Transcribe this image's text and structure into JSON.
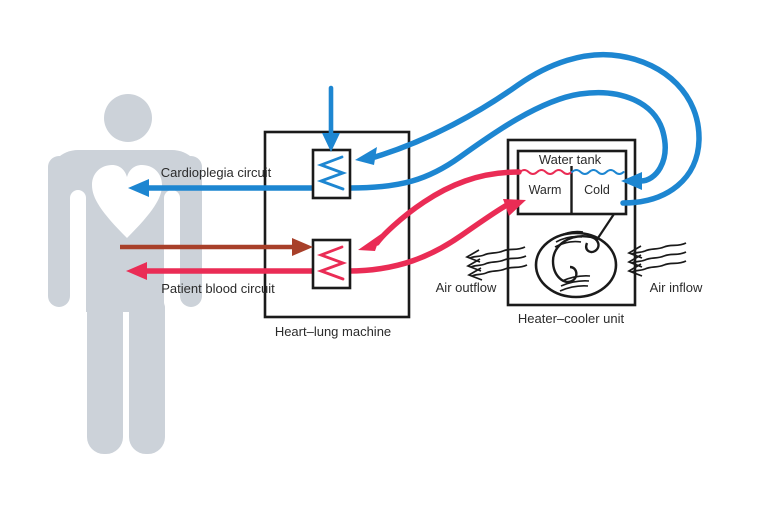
{
  "figure": {
    "labels": {
      "cardioplegia_circuit": "Cardioplegia circuit",
      "patient_blood_circuit": "Patient blood circuit",
      "heart_lung_machine": "Heart–lung machine",
      "heater_cooler_unit": "Heater–cooler unit",
      "water_tank": "Water tank",
      "warm_compartment": "Warm",
      "cold_compartment": "Cold",
      "air_outflow": "Air outflow",
      "air_inflow": "Air inflow"
    },
    "colors": {
      "cold_water_blue": "#1d86d1",
      "warm_water_red": "#ea2c55",
      "venous_blood_brown": "#a8402a",
      "patient_figure_gray": "#ccd2d9",
      "outline_black": "#1a1a1a",
      "label_text": "#2b2b2b",
      "background": "#ffffff"
    },
    "icons": {
      "patient_figure": "person-silhouette",
      "heart": "heart-cutout",
      "heat_exchanger": "zigzag-coil",
      "fan": "s-blade-fan",
      "air_waves": "wavy-flow-lines",
      "water_surface": "wavy-water-line"
    }
  }
}
